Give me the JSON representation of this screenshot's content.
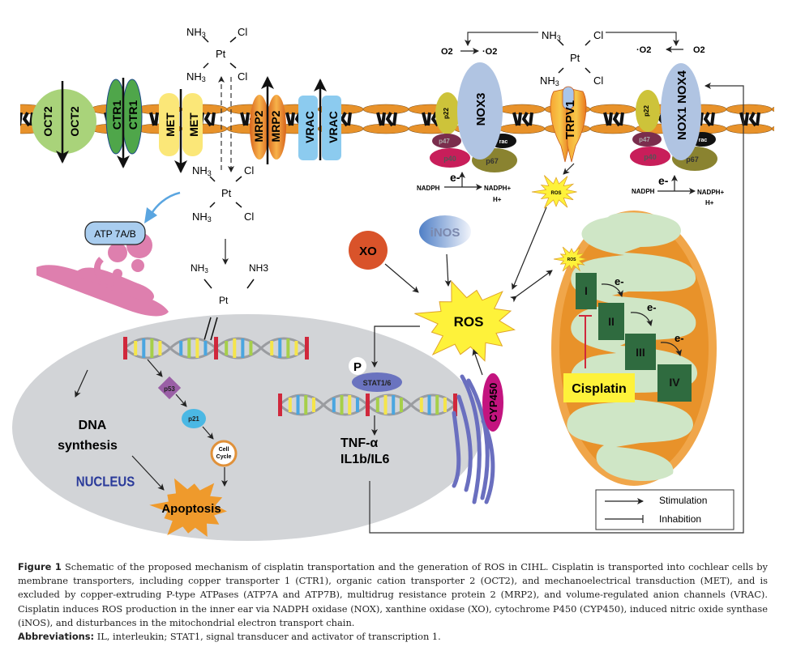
{
  "figure": {
    "transporters": {
      "oct2": "OCT2",
      "ctr1": "CTR1",
      "met": "MET",
      "mrp2": "MRP2",
      "vrac": "VRAC",
      "trpv1": "TRPV1"
    },
    "cisplatin": {
      "pt": "Pt",
      "nh3": "NH3",
      "cl": "Cl",
      "nh3_sub": "NH",
      "sub3": "3",
      "aquated_nh3": "NH3"
    },
    "nox": {
      "nox3": "NOX3",
      "nox14": "NOX1 NOX4",
      "p22": "p22",
      "p47": "p47",
      "p40": "p40",
      "p67": "p67",
      "rac": "rac",
      "o2": "O2",
      "superoxide": "·O2",
      "electron": "e-",
      "nadph": "NADPH",
      "nadph_plus": "NADPH+",
      "h_plus": "H+"
    },
    "ros_small": "ROS",
    "ros": "ROS",
    "xo": "XO",
    "inos": "iNOS",
    "atp7": "ATP 7A/B",
    "nucleus": {
      "label": "NUCLEUS",
      "dna_synthesis_1": "DNA",
      "dna_synthesis_2": "synthesis",
      "p53": "p53",
      "p21": "p21",
      "cell_cycle_1": "Cell",
      "cell_cycle_2": "Cycle",
      "apoptosis": "Apoptosis",
      "stat": "STAT1/6",
      "phospho": "P",
      "tnf": "TNF-α",
      "il": "IL1b/IL6"
    },
    "cyp450": "CYP450",
    "mito": {
      "complex_i": "I",
      "complex_ii": "II",
      "complex_iii": "III",
      "complex_iv": "IV",
      "electron": "e-",
      "cisplatin": "Cisplatin"
    },
    "legend": {
      "stimulation": "Stimulation",
      "inhibition": "Inhabition"
    },
    "colors": {
      "membrane": "#e8922a",
      "oct2": "#a9d37a",
      "ctr1": "#4fa64a",
      "met": "#fbe778",
      "vrac": "#8ccbef",
      "nox": "#b0c4e2",
      "ros": "#fef23a",
      "xo": "#d9532a",
      "nucleus": "#d2d4d7",
      "mito_outer": "#f0a64a",
      "mito_inner": "#cfe6c6",
      "complex": "#2f6b3f",
      "cisplatin_box": "#fef23a",
      "cyp450": "#c3147f",
      "er": "#6a6fbf",
      "golgi": "#de7fae"
    }
  },
  "caption": {
    "figure_label": "Figure 1",
    "figure_text": "Schematic of the proposed mechanism of cisplatin transportation and the generation of ROS in CIHL. Cisplatin is transported into cochlear cells by membrane transporters, including copper transporter 1 (CTR1), organic cation transporter 2 (OCT2), and mechanoelectrical transduction (MET), and is excluded by copper-extruding P-type ATPases (ATP7A and ATP7B), multidrug resistance protein 2 (MRP2), and volume-regulated anion channels (VRAC). Cisplatin induces ROS production in the inner ear via NADPH oxidase (NOX), xanthine oxidase (XO), cytochrome P450 (CYP450), induced nitric oxide synthase (iNOS), and disturbances in the mitochondrial electron transport chain.",
    "abbrev_label": "Abbreviations:",
    "abbrev_text": "IL, interleukin; STAT1, signal transducer and activator of transcription 1."
  }
}
